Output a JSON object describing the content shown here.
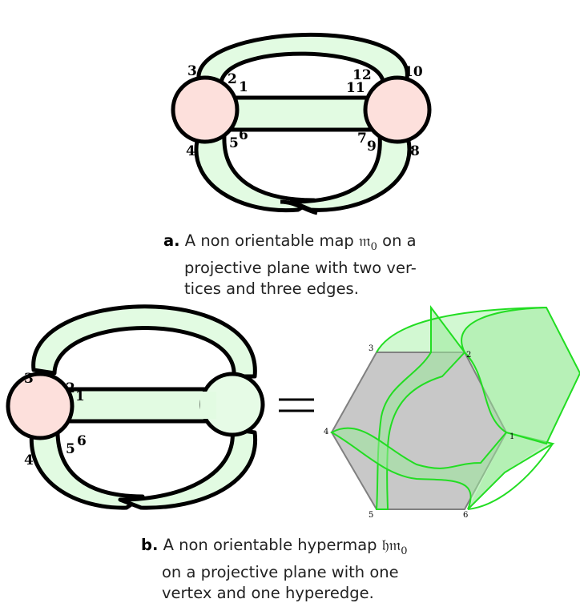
{
  "figure_a": {
    "labels": [
      "1",
      "2",
      "3",
      "4",
      "5",
      "6",
      "7",
      "8",
      "9",
      "10",
      "11",
      "12"
    ],
    "caption": {
      "tag": "a.",
      "line1_pre": "A non orientable map ",
      "symbol": "𝔪",
      "sub": "0",
      "line1_post": " on a",
      "line2": "projective plane with two ver-",
      "line3": "tices and three edges."
    }
  },
  "figure_b": {
    "labels": [
      "1",
      "2",
      "3",
      "4",
      "5",
      "6"
    ],
    "equals": "=",
    "hexagon_labels": [
      "1",
      "2",
      "3",
      "4",
      "5",
      "6"
    ],
    "caption": {
      "tag": "b.",
      "line1_pre": "A non orientable hypermap ",
      "symbol": "𝔥𝔪",
      "sub": "0",
      "line2": "on a projective plane with one",
      "line3": "vertex and one hyperedge."
    }
  },
  "colors": {
    "vertex_fill": "#fde0dc",
    "ribbon_fill": "#e2fbe2",
    "hyperedge_fill": "#e6fbe6",
    "hexagon_fill": "#c8c8c8",
    "hexagon_stroke": "#808080",
    "green_surface": "#9be99b",
    "green_stroke": "#22dd22",
    "outline": "#000000"
  }
}
